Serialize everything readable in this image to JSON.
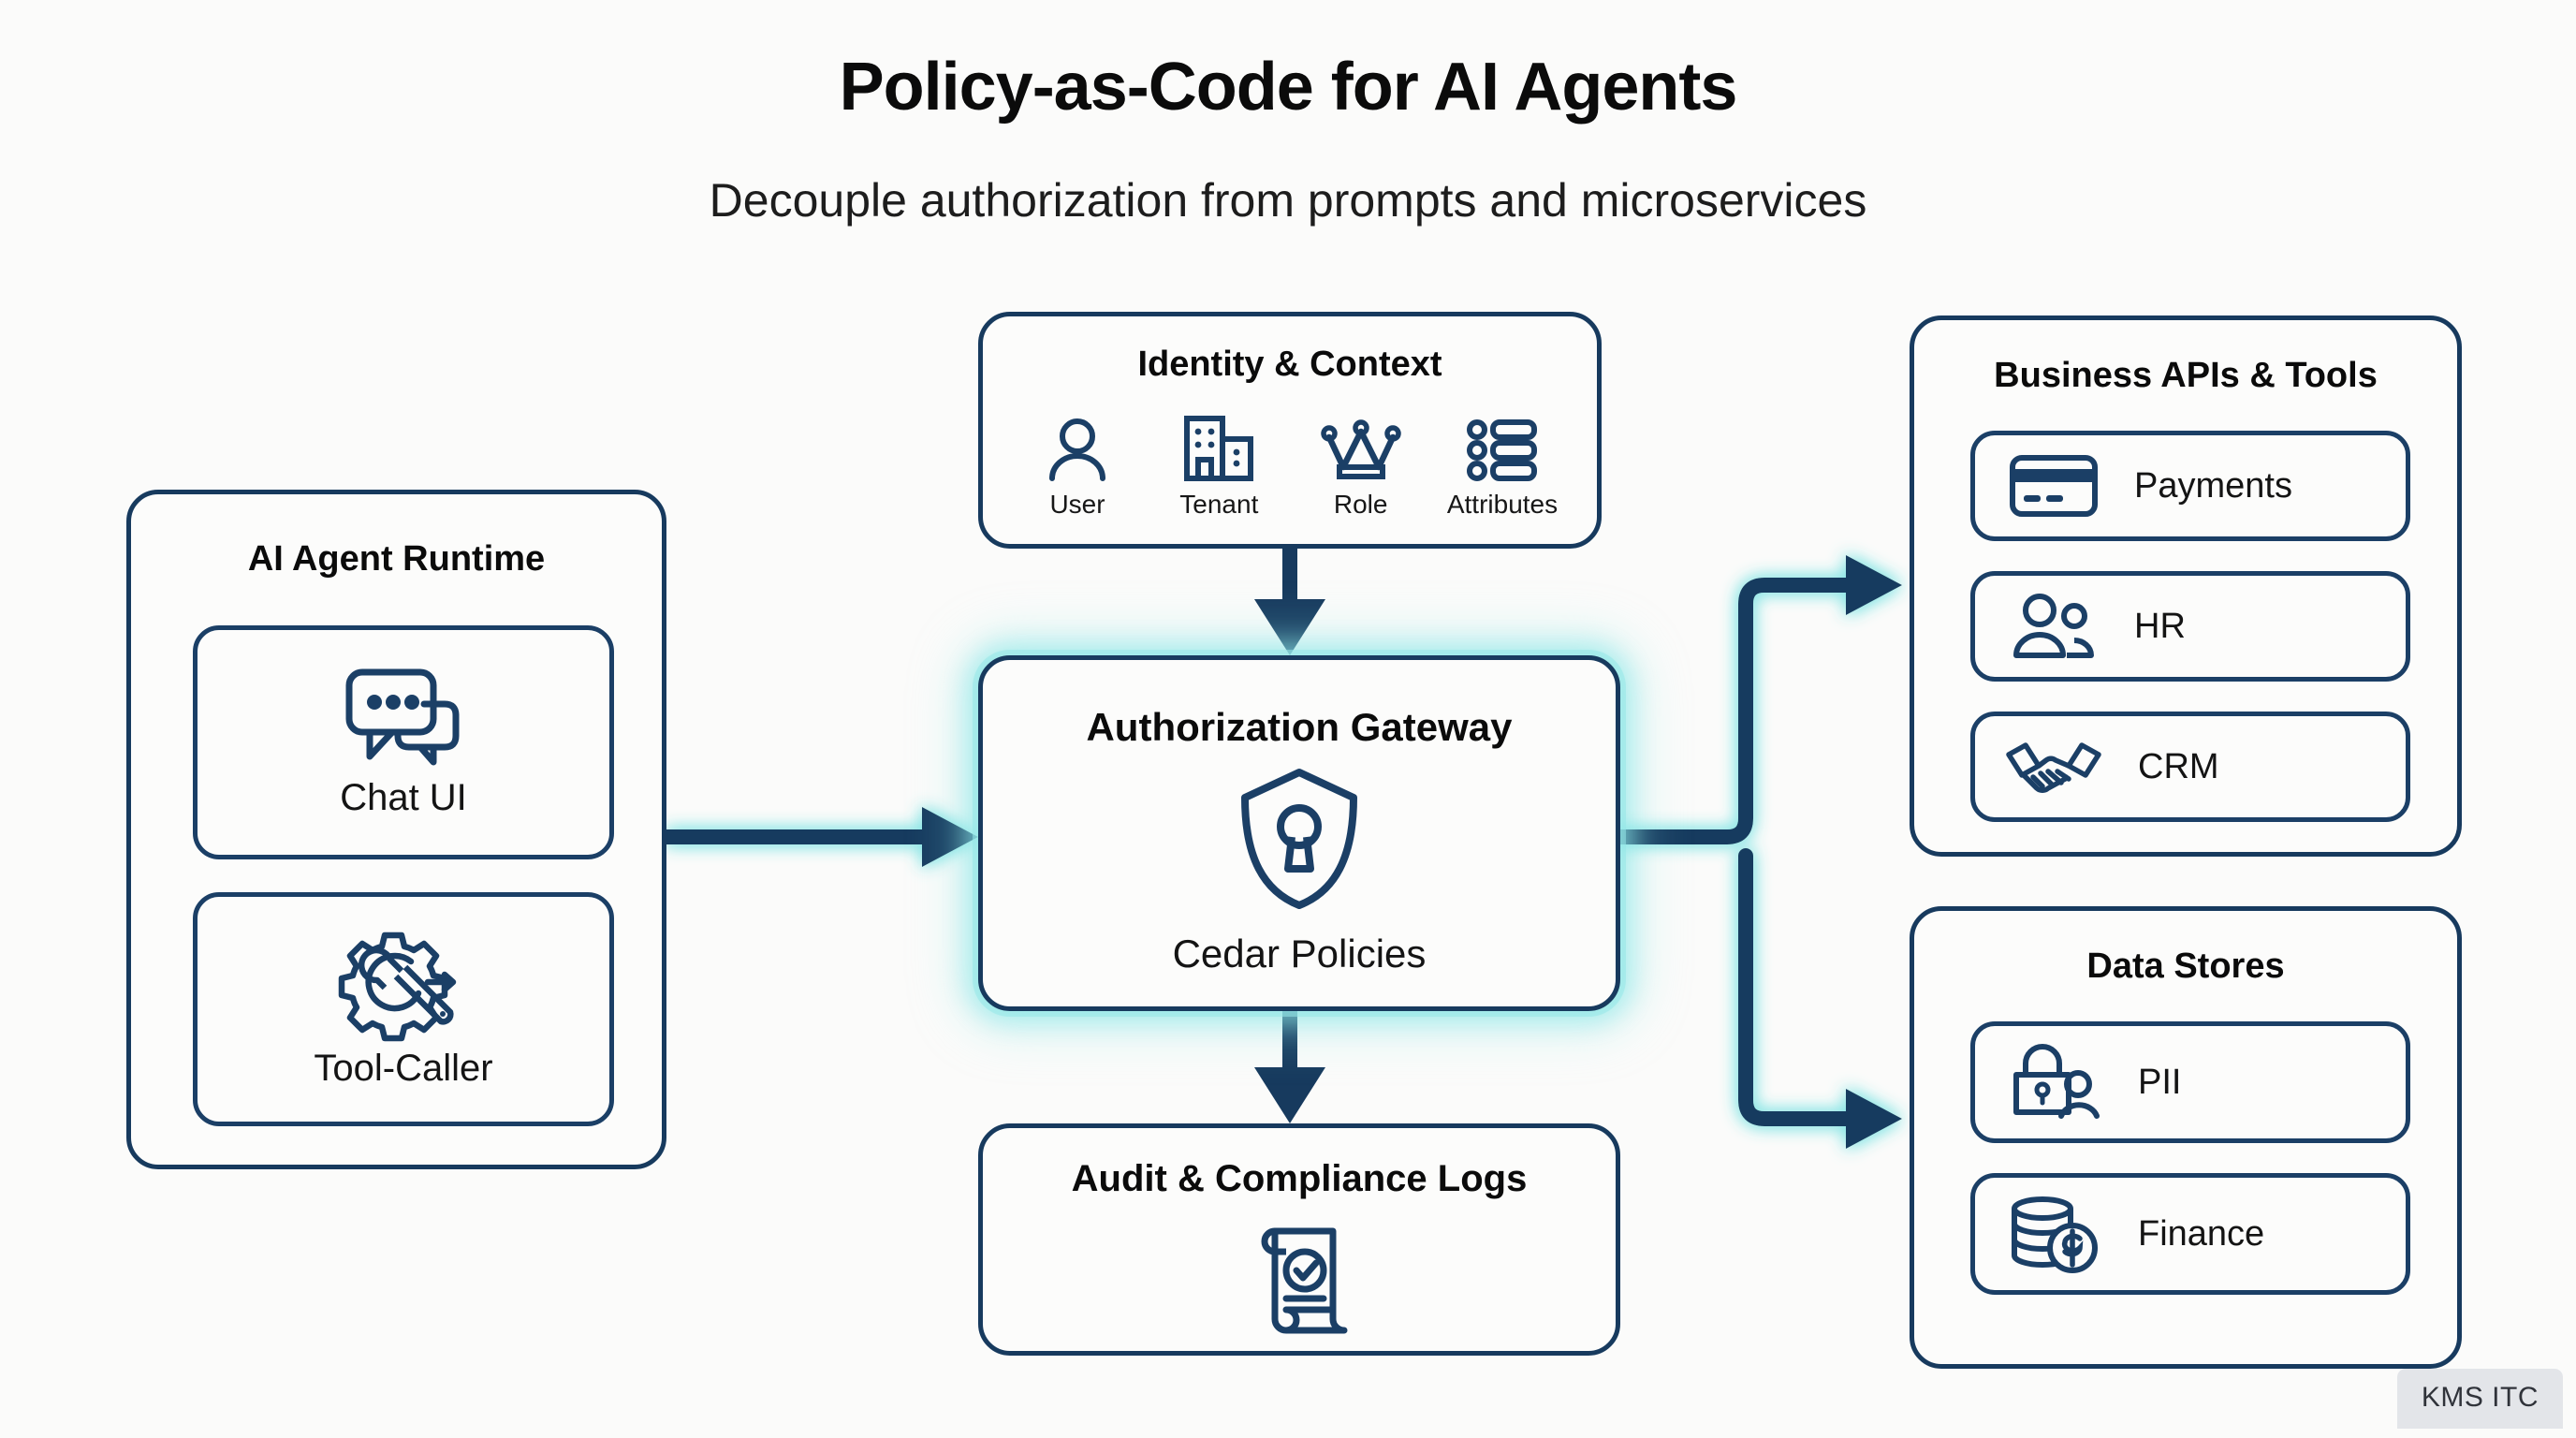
{
  "header": {
    "title": "Policy-as-Code for AI Agents",
    "subtitle": "Decouple authorization from prompts and microservices"
  },
  "colors": {
    "background": "#fbfbfa",
    "stroke_navy": "#173a5e",
    "icon_navy": "#1b3f66",
    "glow_cyan": "#8ce6e6",
    "text_dark": "#0b0b0b"
  },
  "panels": {
    "agent_runtime": {
      "title": "AI Agent Runtime",
      "items": [
        {
          "label": "Chat UI",
          "icon": "chat-bubbles-icon"
        },
        {
          "label": "Tool-Caller",
          "icon": "gear-wrench-icon"
        }
      ]
    },
    "identity_context": {
      "title": "Identity & Context",
      "items": [
        {
          "label": "User",
          "icon": "user-icon"
        },
        {
          "label": "Tenant",
          "icon": "buildings-icon"
        },
        {
          "label": "Role",
          "icon": "crown-icon"
        },
        {
          "label": "Attributes",
          "icon": "list-icon"
        }
      ]
    },
    "authorization_gateway": {
      "title": "Authorization Gateway",
      "icon": "shield-keyhole-icon",
      "caption": "Cedar Policies"
    },
    "audit_logs": {
      "title": "Audit & Compliance Logs",
      "icon": "scroll-check-icon"
    },
    "business_apis": {
      "title": "Business APIs & Tools",
      "items": [
        {
          "label": "Payments",
          "icon": "credit-card-icon"
        },
        {
          "label": "HR",
          "icon": "people-icon"
        },
        {
          "label": "CRM",
          "icon": "handshake-icon"
        }
      ]
    },
    "data_stores": {
      "title": "Data Stores",
      "items": [
        {
          "label": "PII",
          "icon": "lock-person-icon"
        },
        {
          "label": "Finance",
          "icon": "coins-dollar-icon"
        }
      ]
    }
  },
  "watermark": {
    "text": "KMS ITC"
  }
}
